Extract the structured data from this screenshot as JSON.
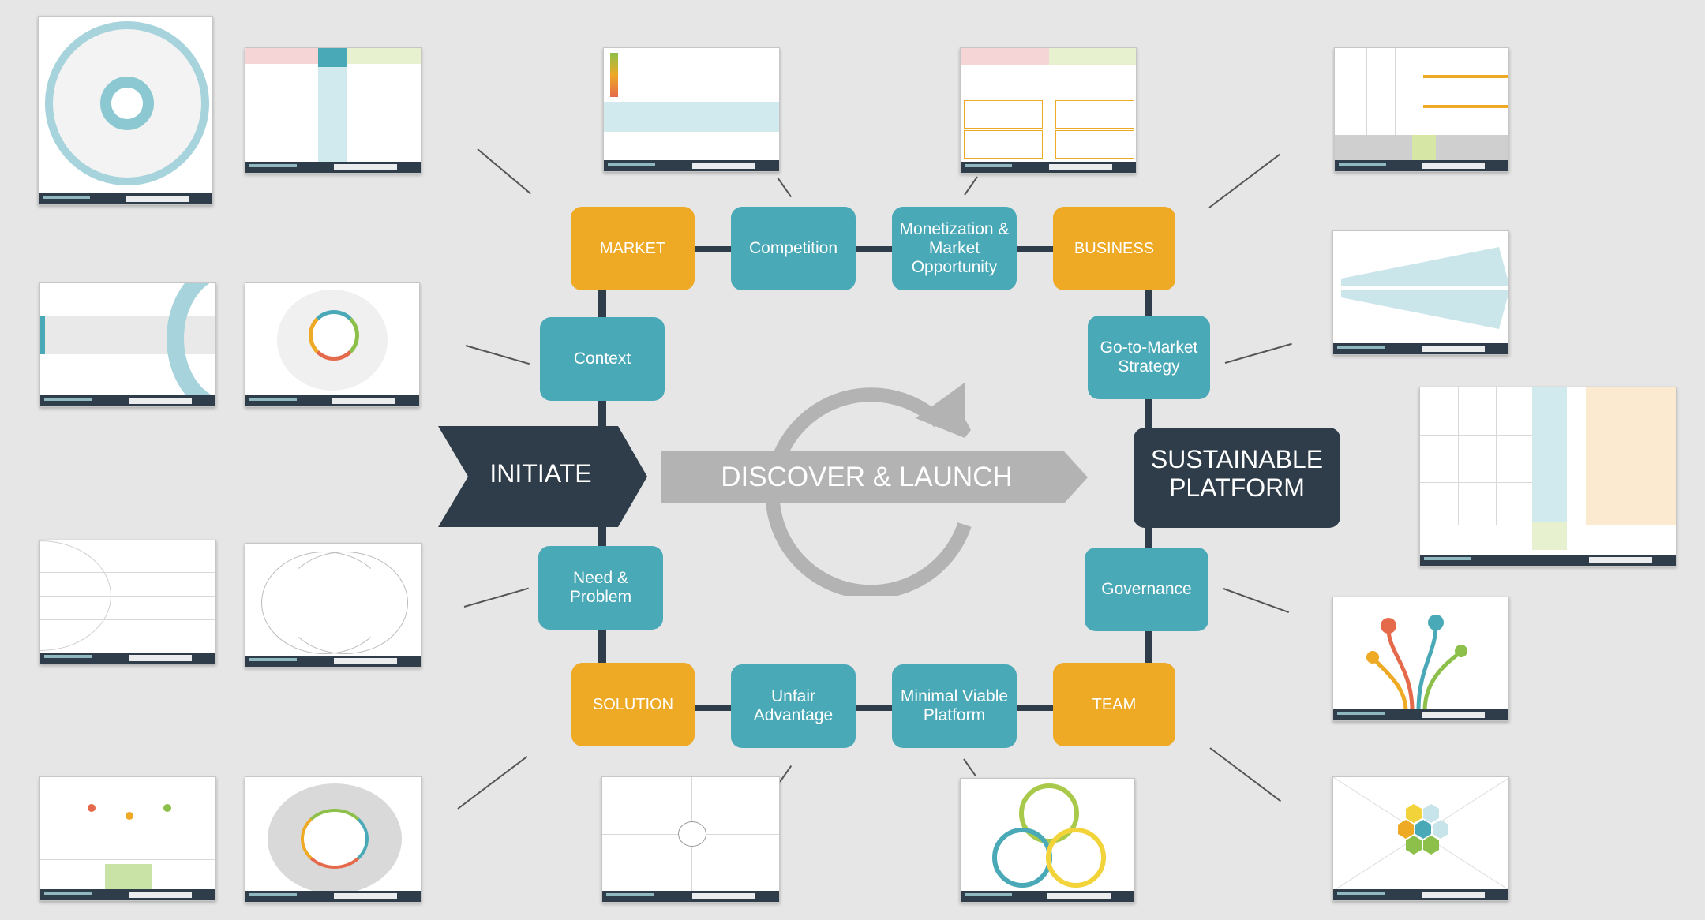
{
  "stages": {
    "initiate": "INITIATE",
    "discover": "DISCOVER & LAUNCH",
    "sustainable_line1": "SUSTAINABLE",
    "sustainable_line2": "PLATFORM"
  },
  "phases": {
    "market": "MARKET",
    "business": "BUSINESS",
    "solution": "SOLUTION",
    "team": "TEAM"
  },
  "steps": {
    "competition": "Competition",
    "monetization_l1": "Monetization  &",
    "monetization_l2": "Market",
    "monetization_l3": "Opportunity",
    "context": "Context",
    "gtm_l1": "Go-to-Market",
    "gtm_l2": "Strategy",
    "need_l1": "Need &",
    "need_l2": "Problem",
    "governance": "Governance",
    "unfair_l1": "Unfair",
    "unfair_l2": "Advantage",
    "mvp_l1": "Minimal Viable",
    "mvp_l2": "Platform"
  },
  "colors": {
    "orange": "#eea925",
    "teal": "#4aa9b7",
    "dark": "#2f3d4a",
    "grey_arrow": "#b3b3b3",
    "background": "#e6e6e6"
  },
  "icons": [
    "cycle-arrow-icon"
  ]
}
